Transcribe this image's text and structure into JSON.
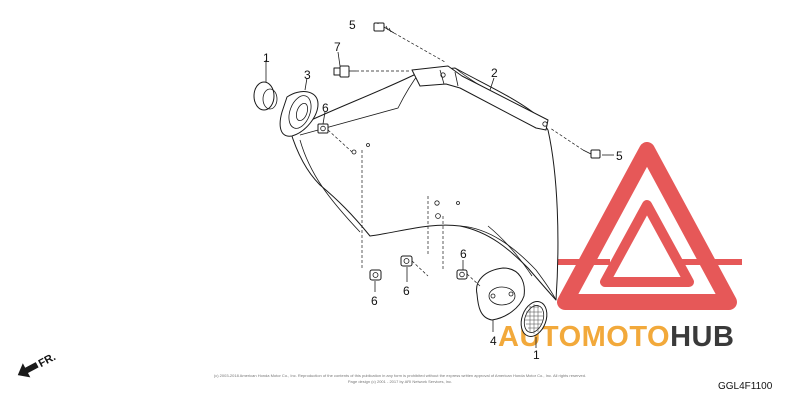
{
  "callouts": {
    "c1_top": "1",
    "c3": "3",
    "c6_top": "6",
    "c5_top": "5",
    "c7": "7",
    "c2": "2",
    "c5_right": "5",
    "c6_bl": "6",
    "c6_bm": "6",
    "c6_br": "6",
    "c4": "4",
    "c1_bottom": "1"
  },
  "direction_label": "FR.",
  "diagram_code": "GGL4F1100",
  "copyright": {
    "line1": "(c) 2003-2018 American Honda Motor Co., Inc. Reproduction of the contents of this publication in any form is prohibited without the express written approval of American Honda Motor Co., Inc. All rights reserved.",
    "line2": "Page design (c) 2001 - 2017 by ARI Network Services, Inc."
  },
  "watermark": {
    "brand_part1": "AUTO",
    "brand_part2": "MOTO",
    "brand_part3": "HUB",
    "colors": {
      "triangle": "#e23b3b",
      "auto": "#f2a93b",
      "moto": "#f2a93b",
      "hub": "#3a3a3a"
    }
  }
}
